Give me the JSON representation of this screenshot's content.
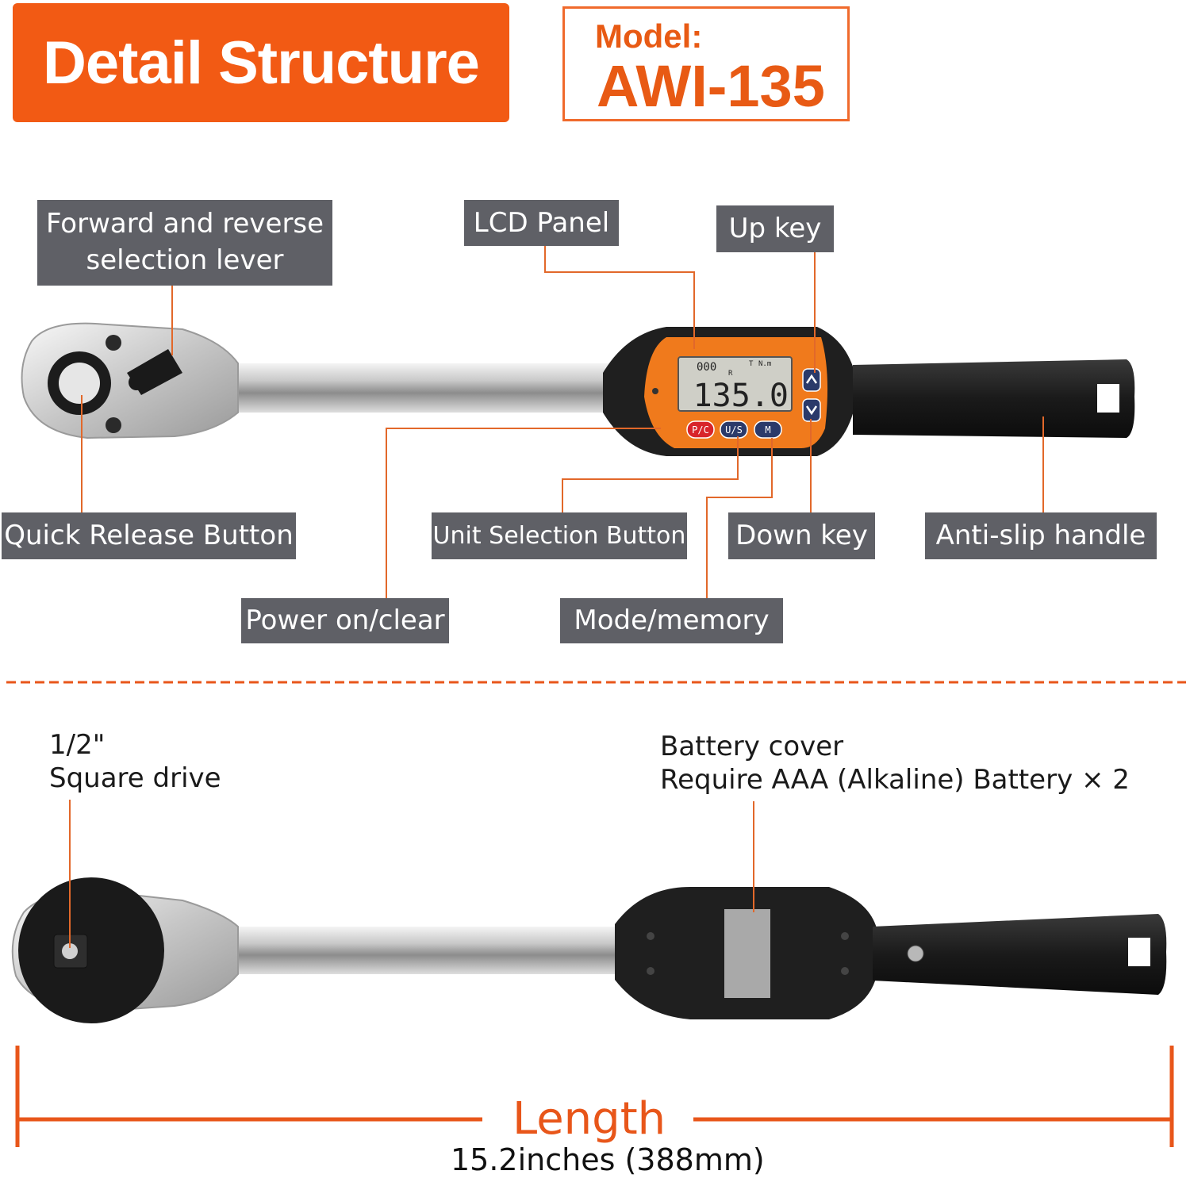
{
  "header": {
    "title": "Detail Structure",
    "model_label": "Model:",
    "model_value": "AWI-135"
  },
  "callouts": {
    "forward_reverse_line1": "Forward and reverse",
    "forward_reverse_line2": "selection lever",
    "lcd_panel": "LCD Panel",
    "up_key": "Up key",
    "quick_release": "Quick Release Button",
    "unit_selection": "Unit Selection Button",
    "down_key": "Down key",
    "anti_slip": "Anti-slip handle",
    "power_clear": "Power on/clear",
    "mode_memory": "Mode/memory"
  },
  "bottom": {
    "square_drive_line1": "1/2\"",
    "square_drive_line2": "Square drive",
    "battery_line1": "Battery cover",
    "battery_line2": "Require AAA (Alkaline) Battery × 2",
    "length_label": "Length",
    "length_value": "15.2inches (388mm)"
  },
  "lcd": {
    "reading": "135.0",
    "small_reading": "000",
    "unit": "N.m",
    "flag_r": "R",
    "flag_t": "T"
  },
  "buttons": {
    "pc": "P/C",
    "us": "U/S",
    "m": "M"
  },
  "colors": {
    "accent": "#f25a14",
    "callout_bg": "#5f6066",
    "leader_line": "#e2682a",
    "display_orange": "#f07a1c"
  }
}
